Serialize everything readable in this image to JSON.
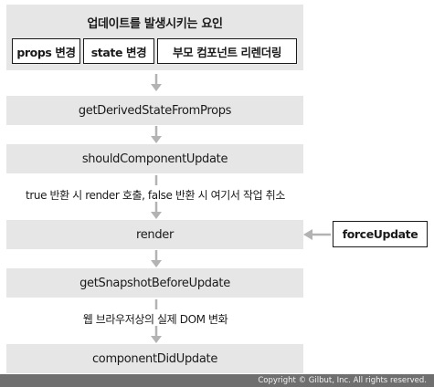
{
  "update_causes": {
    "title": "업데이트를 발생시키는 요인",
    "items": [
      "props 변경",
      "state 변경",
      "부모 컴포넌트 리렌더링"
    ]
  },
  "steps": {
    "get_derived_state": "getDerivedStateFromProps",
    "should_component_update": "shouldComponentUpdate",
    "render": "render",
    "get_snapshot": "getSnapshotBeforeUpdate",
    "component_did_update": "componentDidUpdate"
  },
  "captions": {
    "should_update_result": "true 반환 시 render 호출, false 반환 시 여기서 작업 취소",
    "dom_change": "웹 브라우저상의 실제 DOM 변화"
  },
  "force_update": "forceUpdate",
  "footer": "Copyright © Gilbut, Inc. All rights reserved.",
  "colors": {
    "box_fill": "#e6e6e6",
    "arrow": "#b3b3b3",
    "border": "#1a1a1a",
    "footer_bg": "#6f6f6f"
  }
}
